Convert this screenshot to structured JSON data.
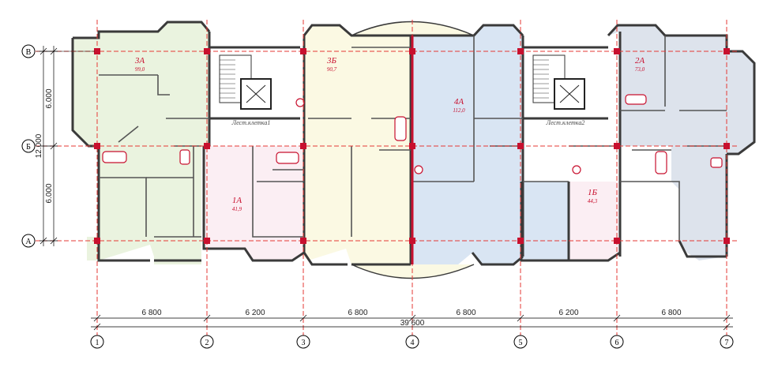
{
  "colors": {
    "green": "#eaf3df",
    "yellow": "#fbf9e3",
    "blue": "#d9e5f3",
    "bluegray": "#dde3ec",
    "pink": "#fbeef3",
    "wall": "#3a3a3a",
    "axis": "#e53935",
    "column": "#c8102e"
  },
  "apartments": [
    {
      "id": "3А",
      "area": "99,0"
    },
    {
      "id": "3Б",
      "area": "90,7"
    },
    {
      "id": "4А",
      "area": "112,0"
    },
    {
      "id": "2А",
      "area": "73,0"
    },
    {
      "id": "1А",
      "area": "41,9"
    },
    {
      "id": "1Б",
      "area": "44,3"
    }
  ],
  "stairs": [
    {
      "label": "Лест.клетка1"
    },
    {
      "label": "Лест.клетка2"
    }
  ],
  "axes_letters": [
    "В",
    "Б",
    "А"
  ],
  "axes_numbers": [
    "1",
    "2",
    "3",
    "4",
    "5",
    "6",
    "7"
  ],
  "dims_vertical": {
    "top": "6.000",
    "bottom": "6.000",
    "total": "12.000"
  },
  "dims_horizontal": {
    "spans": [
      "6 800",
      "6 200",
      "6 800",
      "6 800",
      "6 200",
      "6 800"
    ],
    "total": "39 600"
  }
}
